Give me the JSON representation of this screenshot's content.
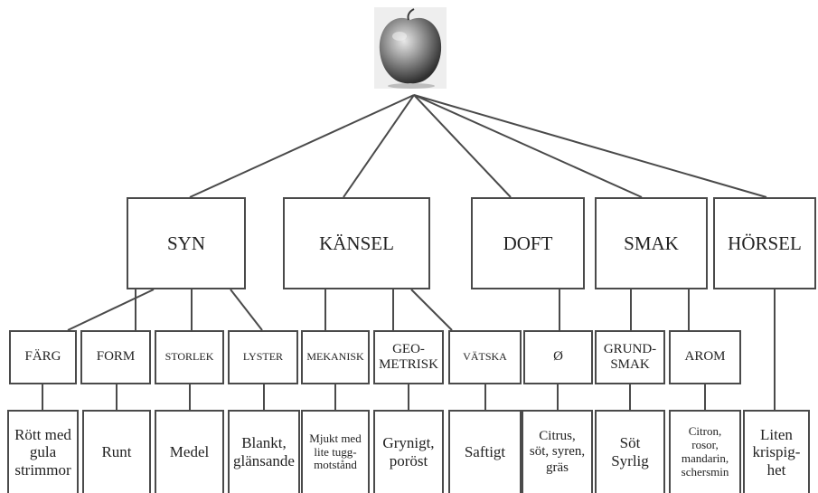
{
  "root": {
    "image": "apple-photo"
  },
  "senses": [
    "SYN",
    "KÄNSEL",
    "DOFT",
    "SMAK",
    "HÖRSEL"
  ],
  "attributes": [
    "FÄRG",
    "FORM",
    "STORLEK",
    "LYSTER",
    "MEKANISK",
    "GEO-\nMETRISK",
    "VÄTSKA",
    "Ø",
    "GRUND-\nSMAK",
    "AROM"
  ],
  "descriptions": [
    "Rött med\ngula\nstrimmor",
    "Runt",
    "Medel",
    "Blankt,\nglänsande",
    "Mjukt med\nlite tugg-\nmotstånd",
    "Grynigt,\nporöst",
    "Saftigt",
    "Citrus,\nsöt, syren,\ngräs",
    "Söt\nSyrlig",
    "Citron,\nrosor,\nmandarin,\nschersmin",
    "Liten\nkrispig-\nhet"
  ]
}
